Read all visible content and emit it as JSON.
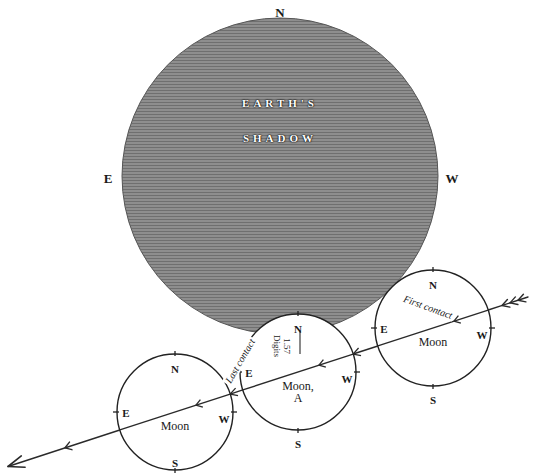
{
  "diagram": {
    "nodes": [
      {
        "text": [
          "EARTH'S SHADOW"
        ]
      },
      {
        "text": [
          "Moon"
        ]
      },
      {
        "text": [
          "Moon, A"
        ]
      },
      {
        "text": [
          "Moon"
        ]
      }
    ],
    "edges": [
      {
        "from": 3,
        "to": 2,
        "arrow": "to"
      },
      {
        "from": 2,
        "to": 1,
        "arrow": "to"
      }
    ],
    "labels": [
      "N",
      "E",
      "W",
      "First contact",
      "Last contact",
      "1.57 Digits",
      "N",
      "E",
      "W",
      "S",
      "N",
      "E",
      "W",
      "S",
      "N",
      "E",
      "W",
      "S"
    ]
  }
}
